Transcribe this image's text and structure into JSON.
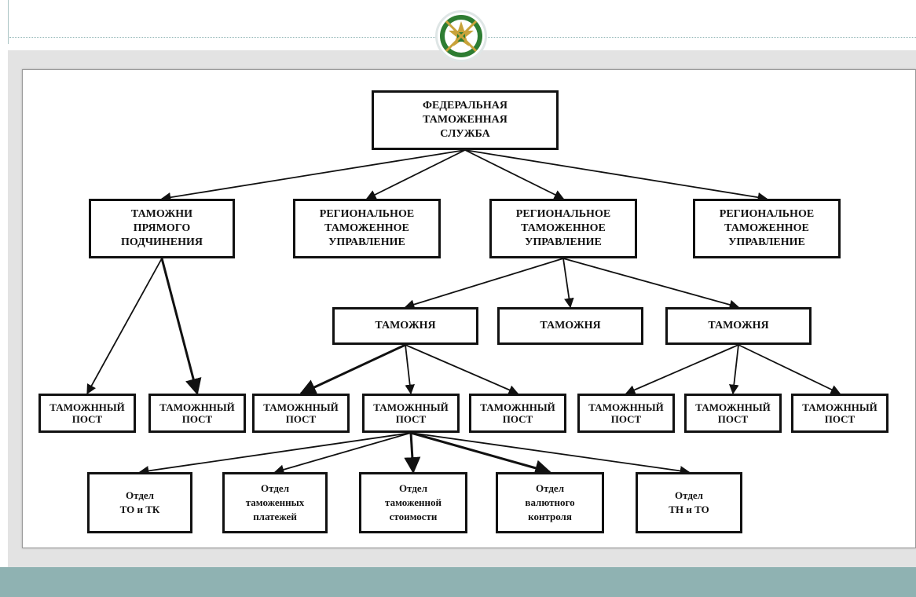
{
  "colors": {
    "accent": "#8fb2b2",
    "band": "#e3e3e3",
    "line": "#111111",
    "emblem_green": "#2e7d32",
    "emblem_gold": "#c8a23a"
  },
  "emblem": {
    "icon": "customs-emblem-icon"
  },
  "diagram": {
    "nodes": [
      {
        "id": "fcs",
        "label": "ФЕДЕРАЛЬНАЯ\nТАМОЖЕННАЯ\nСЛУЖБА",
        "level": 0
      },
      {
        "id": "direct",
        "label": "ТАМОЖНИ\nПРЯМОГО\nПОДЧИНЕНИЯ",
        "level": 1,
        "parent": "fcs"
      },
      {
        "id": "rtu1",
        "label": "РЕГИОНАЛЬНОЕ\nТАМОЖЕННОЕ\nУПРАВЛЕНИЕ",
        "level": 1,
        "parent": "fcs"
      },
      {
        "id": "rtu2",
        "label": "РЕГИОНАЛЬНОЕ\nТАМОЖЕННОЕ\nУПРАВЛЕНИЕ",
        "level": 1,
        "parent": "fcs"
      },
      {
        "id": "rtu3",
        "label": "РЕГИОНАЛЬНОЕ\nТАМОЖЕННОЕ\nУПРАВЛЕНИЕ",
        "level": 1,
        "parent": "fcs"
      },
      {
        "id": "cust1",
        "label": "ТАМОЖНЯ",
        "level": 2,
        "parent": "rtu2"
      },
      {
        "id": "cust2",
        "label": "ТАМОЖНЯ",
        "level": 2,
        "parent": "rtu2"
      },
      {
        "id": "cust3",
        "label": "ТАМОЖНЯ",
        "level": 2,
        "parent": "rtu2"
      },
      {
        "id": "post1",
        "label": "ТАМОЖННЫЙ\nПОСТ",
        "level": 3,
        "parent": "direct"
      },
      {
        "id": "post2",
        "label": "ТАМОЖННЫЙ\nПОСТ",
        "level": 3,
        "parent": "direct"
      },
      {
        "id": "post3",
        "label": "ТАМОЖННЫЙ\nПОСТ",
        "level": 3,
        "parent": "cust1"
      },
      {
        "id": "post4",
        "label": "ТАМОЖННЫЙ\nПОСТ",
        "level": 3,
        "parent": "cust1"
      },
      {
        "id": "post5",
        "label": "ТАМОЖННЫЙ\nПОСТ",
        "level": 3,
        "parent": "cust1"
      },
      {
        "id": "post6",
        "label": "ТАМОЖННЫЙ\nПОСТ",
        "level": 3,
        "parent": "cust3"
      },
      {
        "id": "post7",
        "label": "ТАМОЖННЫЙ\nПОСТ",
        "level": 3,
        "parent": "cust3"
      },
      {
        "id": "post8",
        "label": "ТАМОЖННЫЙ\nПОСТ",
        "level": 3,
        "parent": "cust3"
      },
      {
        "id": "dept1",
        "label": "Отдел\nТО и ТК",
        "level": 4,
        "parent": "post4"
      },
      {
        "id": "dept2",
        "label": "Отдел\nтаможенных\nплатежей",
        "level": 4,
        "parent": "post4"
      },
      {
        "id": "dept3",
        "label": "Отдел\nтаможенной\nстоимости",
        "level": 4,
        "parent": "post4"
      },
      {
        "id": "dept4",
        "label": "Отдел\nвалютного\nконтроля",
        "level": 4,
        "parent": "post4"
      },
      {
        "id": "dept5",
        "label": "Отдел\nТН и ТО",
        "level": 4,
        "parent": "post4"
      }
    ]
  }
}
